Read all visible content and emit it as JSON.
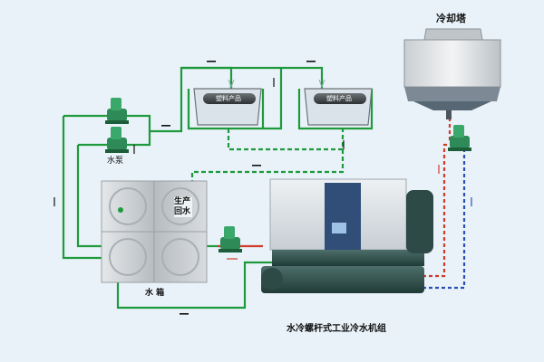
{
  "labels": {
    "cooling_tower": "冷却塔",
    "water_pump": "水泵",
    "water_tank": "水 箱",
    "production_return": "生产回水",
    "chiller_unit": "水冷螺杆式工业冷水机组",
    "plastic_product_1": "塑料产品",
    "plastic_product_2": "塑料产品"
  },
  "colors": {
    "background": "#e9f2f9",
    "supply_pipe": "#1e9a3c",
    "return_pipe_dashed": "#1e9a3c",
    "condenser_supply": "#d23a2a",
    "condenser_return": "#2b4fb8",
    "pump": "#2e8b57",
    "chiller_body": "#dfe5ea",
    "chiller_panel": "#304e78",
    "tank": "#c9cdd1"
  },
  "icons": [
    "cooling-tower-icon",
    "pump-icon",
    "water-tank-icon",
    "chiller-icon",
    "mold-trough-icon",
    "flow-arrow-icon"
  ]
}
